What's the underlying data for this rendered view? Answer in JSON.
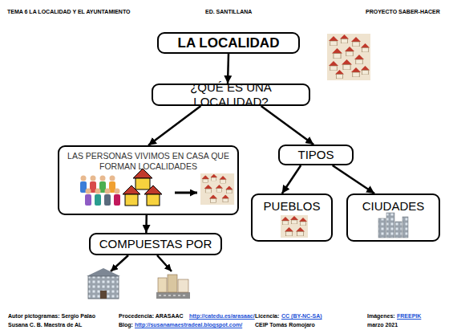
{
  "diagram": {
    "nodes": [
      {
        "text": [
          "LA LOCALIDAD"
        ]
      },
      {
        "text": [
          "¿QUÉ ES UNA LOCALIDAD?"
        ]
      },
      {
        "text": [
          "LAS PERSONAS VIVIMOS EN CASA QUE FORMAN LOCALIDADES"
        ]
      },
      {
        "text": [
          "TIPOS"
        ]
      },
      {
        "text": [
          "PUEBLOS"
        ]
      },
      {
        "text": [
          "CIUDADES"
        ]
      },
      {
        "text": [
          "COMPUESTAS POR"
        ]
      }
    ],
    "edges": [
      {
        "from": 0,
        "to": 1,
        "arrow": "to"
      },
      {
        "from": 1,
        "to": 2,
        "arrow": "to"
      },
      {
        "from": 1,
        "to": 3,
        "arrow": "to"
      },
      {
        "from": 3,
        "to": 4,
        "arrow": "to"
      },
      {
        "from": 3,
        "to": 5,
        "arrow": "to"
      },
      {
        "from": 2,
        "to": 6,
        "arrow": "to"
      }
    ],
    "labels": [
      "TEMA 6 LA LOCALIDAD Y EL AYUNTAMIENTO",
      "ED. SANTILLANA",
      "PROYECTO SABER-HACER",
      "Autor pictogramas: Sergio Palao",
      "Susana C. B. Maestra de AL",
      "Procedencia: ARASAAC",
      "http://catedu.es/arasaac/",
      "Blog:",
      "http://susanamaestradeal.blogspot.com/",
      "Licencia:",
      "CC (BY-NC-SA)",
      "CEIP Tomás Romojaro",
      "Imágenes:",
      "FREEPIK",
      "marzo 2021"
    ]
  }
}
